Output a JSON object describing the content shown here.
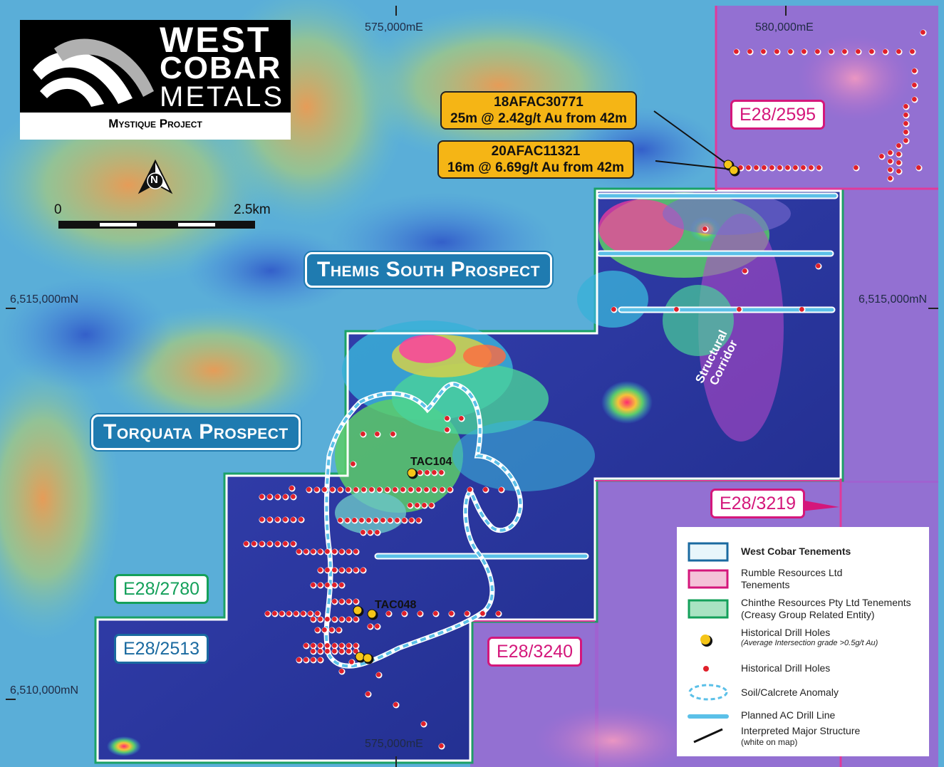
{
  "logo": {
    "line1": "WEST",
    "line2": "COBAR",
    "line3": "METALS",
    "project": "Mystique Project"
  },
  "grid_labels": {
    "e_top_1": "575,000mE",
    "e_top_2": "580,000mE",
    "e_bottom": "575,000mE",
    "n_left_1": "6,515,000mN",
    "n_right_1": "6,515,000mN",
    "n_left_2": "6,510,000mN"
  },
  "north_arrow": {
    "letter": "N",
    "icon": "north-arrow-icon"
  },
  "scale_bar": {
    "start": "0",
    "end": "2.5km"
  },
  "prospects": {
    "themis": "Themis South Prospect",
    "torquata": "Torquata Prospect"
  },
  "tenements": {
    "e28_2595": "E28/2595",
    "e28_3219": "E28/3219",
    "e28_2780": "E28/2780",
    "e28_2513": "E28/2513",
    "e28_3240": "E28/3240"
  },
  "callouts": [
    {
      "hole": "18AFAC30771",
      "result": "25m @ 2.42g/t Au from 42m"
    },
    {
      "hole": "20AFAC11321",
      "result": "16m @ 6.69g/t Au from 42m"
    }
  ],
  "hole_labels": {
    "tac104": "TAC104",
    "tac048": "TAC048"
  },
  "structure_label": {
    "line1": "Structural",
    "line2": "Corridor"
  },
  "legend": {
    "west_cobar": "West Cobar Tenements",
    "rumble": "Rumble Resources Ltd Tenements",
    "chinthe": "Chinthe Resources Pty Ltd Tenements",
    "chinthe_sub": "(Creasy Group Related Entity)",
    "hist_sig": "Historical Drill Holes",
    "hist_sig_sub": "(Average Intersection grade >0.5g/t Au)",
    "hist": "Historical Drill Holes",
    "anomaly": "Soil/Calcrete Anomaly",
    "planned": "Planned AC Drill Line",
    "structure": "Interpreted Major Structure",
    "structure_sub": "(white on map)"
  },
  "colors": {
    "west_cobar": "#1a6aa0",
    "rumble": "#d4177b",
    "chinthe": "#14a05a",
    "callout": "#f5b515",
    "drill_line": "#5bc0e8",
    "hole_red": "#e0202a",
    "hole_gold": "#f5c518"
  }
}
